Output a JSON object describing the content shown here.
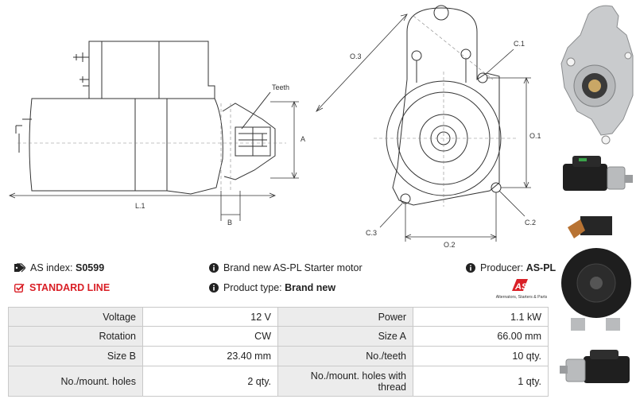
{
  "drawing": {
    "labels": {
      "teeth": "Teeth",
      "a": "A",
      "b": "B",
      "l1": "L.1",
      "o1": "O.1",
      "o2": "O.2",
      "o3": "O.3",
      "c1": "C.1",
      "c2": "C.2",
      "c3": "C.3"
    }
  },
  "info": {
    "as_index_label": "AS index:",
    "as_index_value": "S0599",
    "description": "Brand new AS-PL Starter motor",
    "producer_label": "Producer:",
    "producer_value": "AS-PL",
    "line": "STANDARD LINE",
    "product_type_label": "Product type:",
    "product_type_value": "Brand new"
  },
  "logo": {
    "mark": "AS",
    "tagline": "Alternators, Starters & Parts",
    "color": "#d91f26"
  },
  "specs": [
    {
      "l1": "Voltage",
      "v1": "12 V",
      "l2": "Power",
      "v2": "1.1 kW"
    },
    {
      "l1": "Rotation",
      "v1": "CW",
      "l2": "Size A",
      "v2": "66.00 mm"
    },
    {
      "l1": "Size B",
      "v1": "23.40 mm",
      "l2": "No./teeth",
      "v2": "10 qty."
    },
    {
      "l1": "No./mount. holes",
      "v1": "2 qty.",
      "l2": "No./mount. holes with thread",
      "v2": "1 qty."
    }
  ]
}
